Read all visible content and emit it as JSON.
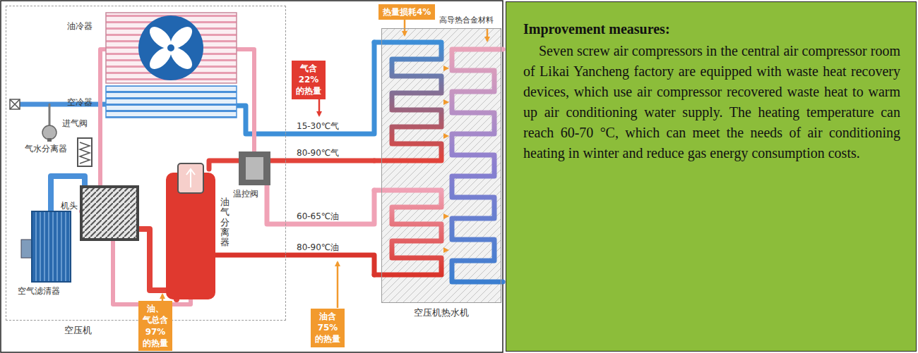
{
  "diagram": {
    "nodes": [
      {
        "text": [
          "空压机"
        ]
      },
      {
        "text": [
          "气含 22%的热量"
        ]
      },
      {
        "text": [
          "热量损耗4%"
        ]
      },
      {
        "text": [
          "空压机热水机"
        ]
      },
      {
        "text": [
          "油含 75%的热量"
        ]
      },
      {
        "text": [
          "油、气总含 97%的热量"
        ]
      },
      {
        "text": [
          "Improvement measures:",
          "Seven screw air compressors in the central air compressor room of Likai Yancheng factory are equipped with waste heat recovery devices, which use air compressor recovered waste heat to warm up air conditioning water supply. The heating temperature can reach 60-70 °C, which can meet the needs of air conditioning heating in winter and reduce gas energy consumption costs."
        ]
      }
    ],
    "labels": [
      "油冷器",
      "空冷器",
      "进气阀",
      "气水分离器",
      "机头",
      "空气滤清器",
      "油气分离器",
      "温控阀",
      "15-30℃气",
      "80-90℃气",
      "60-65℃油",
      "80-90℃油",
      "高导热合金材料"
    ]
  }
}
